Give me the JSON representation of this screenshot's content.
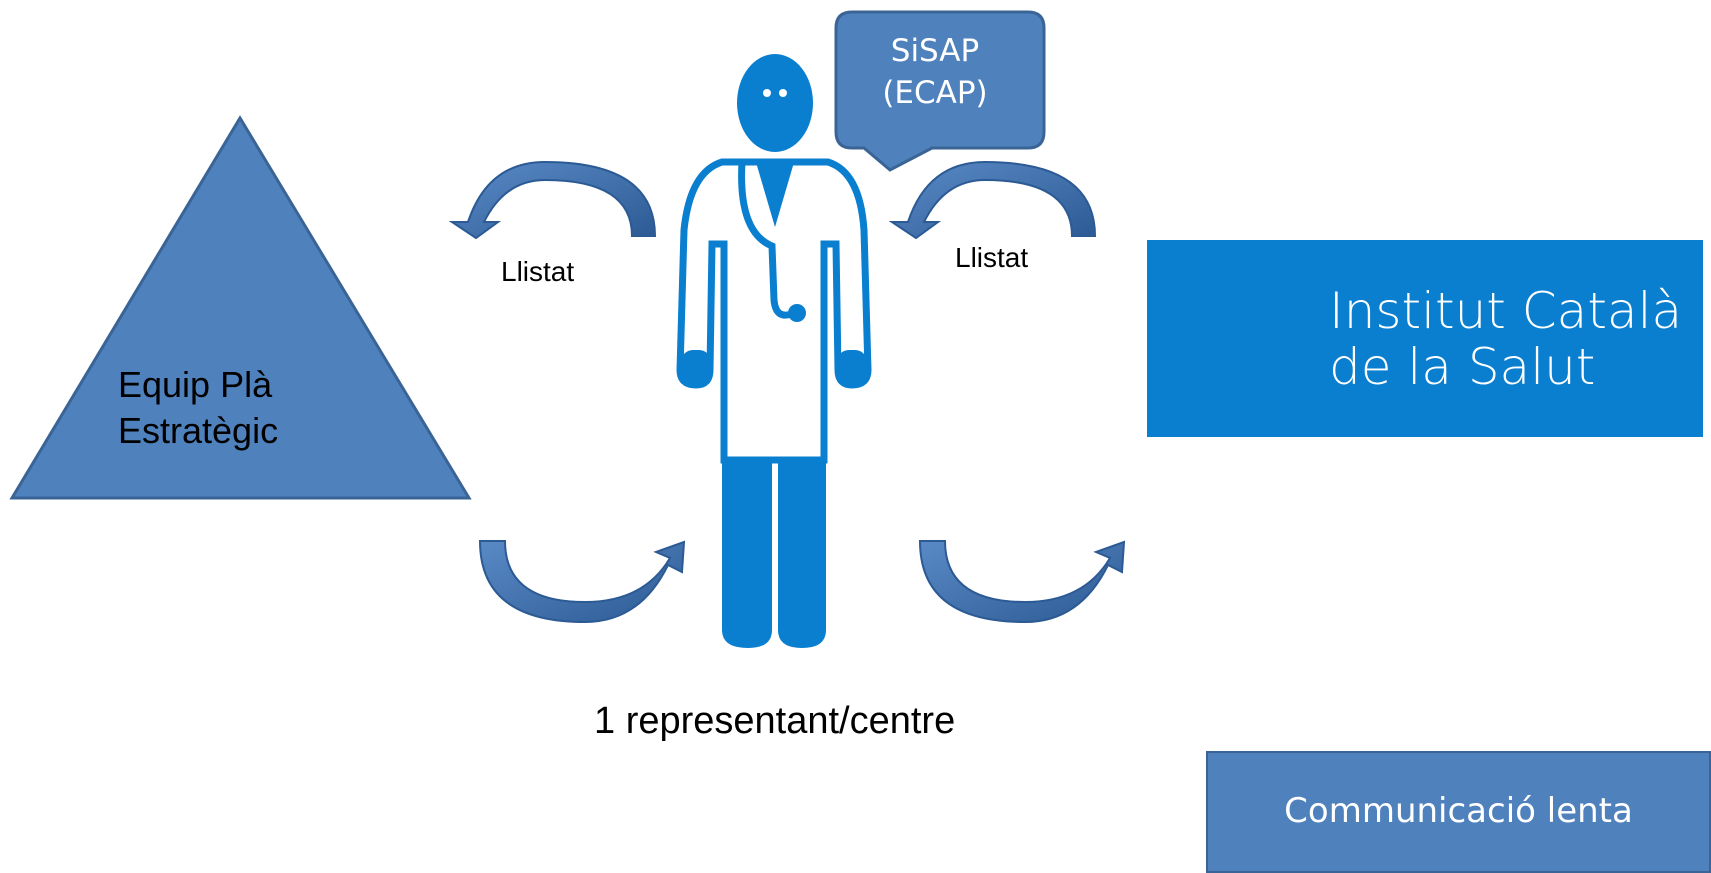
{
  "triangle": {
    "label_line1": "Equip Plà",
    "label_line2": "Estratègic"
  },
  "bubble": {
    "line1": "SiSAP",
    "line2": "(ECAP)"
  },
  "arrows": {
    "left_label": "Llistat",
    "right_label": "Llistat"
  },
  "caption": "1 representant/centre",
  "logo": {
    "line1": "Institut Català",
    "line2": "de la Salut"
  },
  "status_box": {
    "label": "Communicació lenta"
  },
  "colors": {
    "shape_blue": "#4f81bd",
    "shape_border": "#3a6496",
    "doctor_blue": "#0a7fd0",
    "logo_blue": "#0a7fd0"
  },
  "icons": {
    "doctor": "doctor-icon",
    "cross": "health-cross-logo-icon"
  }
}
